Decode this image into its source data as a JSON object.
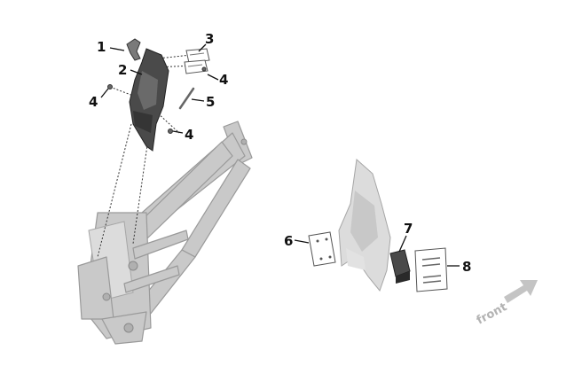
{
  "callouts": [
    {
      "id": "1",
      "label": "1"
    },
    {
      "id": "2",
      "label": "2"
    },
    {
      "id": "3",
      "label": "3"
    },
    {
      "id": "4a",
      "label": "4"
    },
    {
      "id": "4b",
      "label": "4"
    },
    {
      "id": "4c",
      "label": "4"
    },
    {
      "id": "5",
      "label": "5"
    },
    {
      "id": "6",
      "label": "6"
    },
    {
      "id": "7",
      "label": "7"
    },
    {
      "id": "8",
      "label": "8"
    }
  ],
  "direction_label": "front",
  "colors": {
    "frame": "#c9c9c9",
    "dark_part": "#4a4a4a",
    "arrow": "#c4c4c4",
    "text": "#111111"
  }
}
